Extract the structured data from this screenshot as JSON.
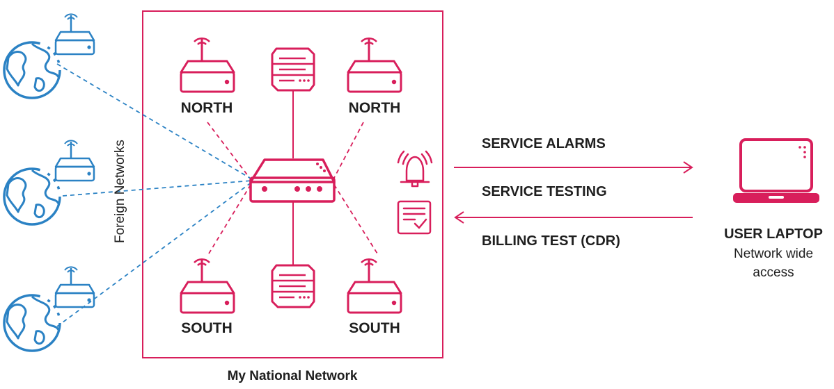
{
  "national_network": {
    "label": "My National Network",
    "regions": [
      "NORTH",
      "NORTH",
      "SOUTH",
      "SOUTH"
    ]
  },
  "foreign_networks": {
    "label": "Foreign Networks"
  },
  "messages": {
    "alarms": "SERVICE ALARMS",
    "testing": "SERVICE TESTING",
    "billing": "BILLING TEST (CDR)"
  },
  "laptop": {
    "title": "USER LAPTOP",
    "subtitle_line1": "Network wide",
    "subtitle_line2": "access"
  },
  "colors": {
    "accent": "#d81e5b",
    "foreign": "#2b82c4",
    "text": "#1f1f1f"
  },
  "icons": [
    "router-icon",
    "server-icon",
    "alarm-bell-icon",
    "checklist-icon",
    "globe-icon",
    "laptop-icon"
  ]
}
